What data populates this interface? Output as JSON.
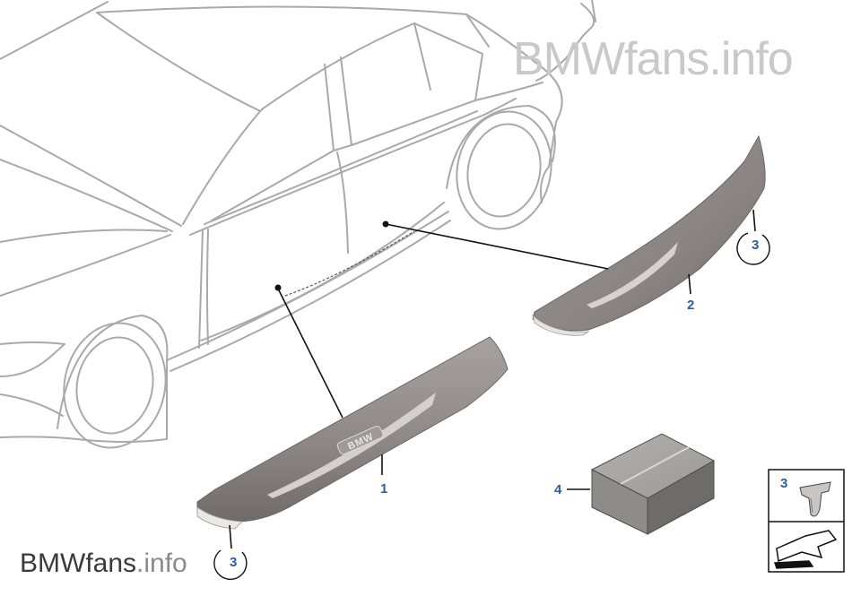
{
  "watermark": {
    "top_brand": "BMWfans",
    "top_suffix": ".info",
    "bottom_brand": "BMWfans",
    "bottom_suffix": ".info"
  },
  "parts": [
    {
      "number": "1",
      "name": "front entrance cover strip"
    },
    {
      "number": "2",
      "name": "rear entrance cover strip"
    },
    {
      "number": "3",
      "name": "clip"
    },
    {
      "number": "4",
      "name": "box"
    }
  ],
  "sill_logo_text": "BMW",
  "legend_box": {
    "number": "3"
  },
  "colors": {
    "callout": "#2a5da8",
    "outline": "#a9a9a9",
    "leader": "#111111",
    "strip_dark": "#8f8a87",
    "strip_light": "#cfcac6"
  }
}
